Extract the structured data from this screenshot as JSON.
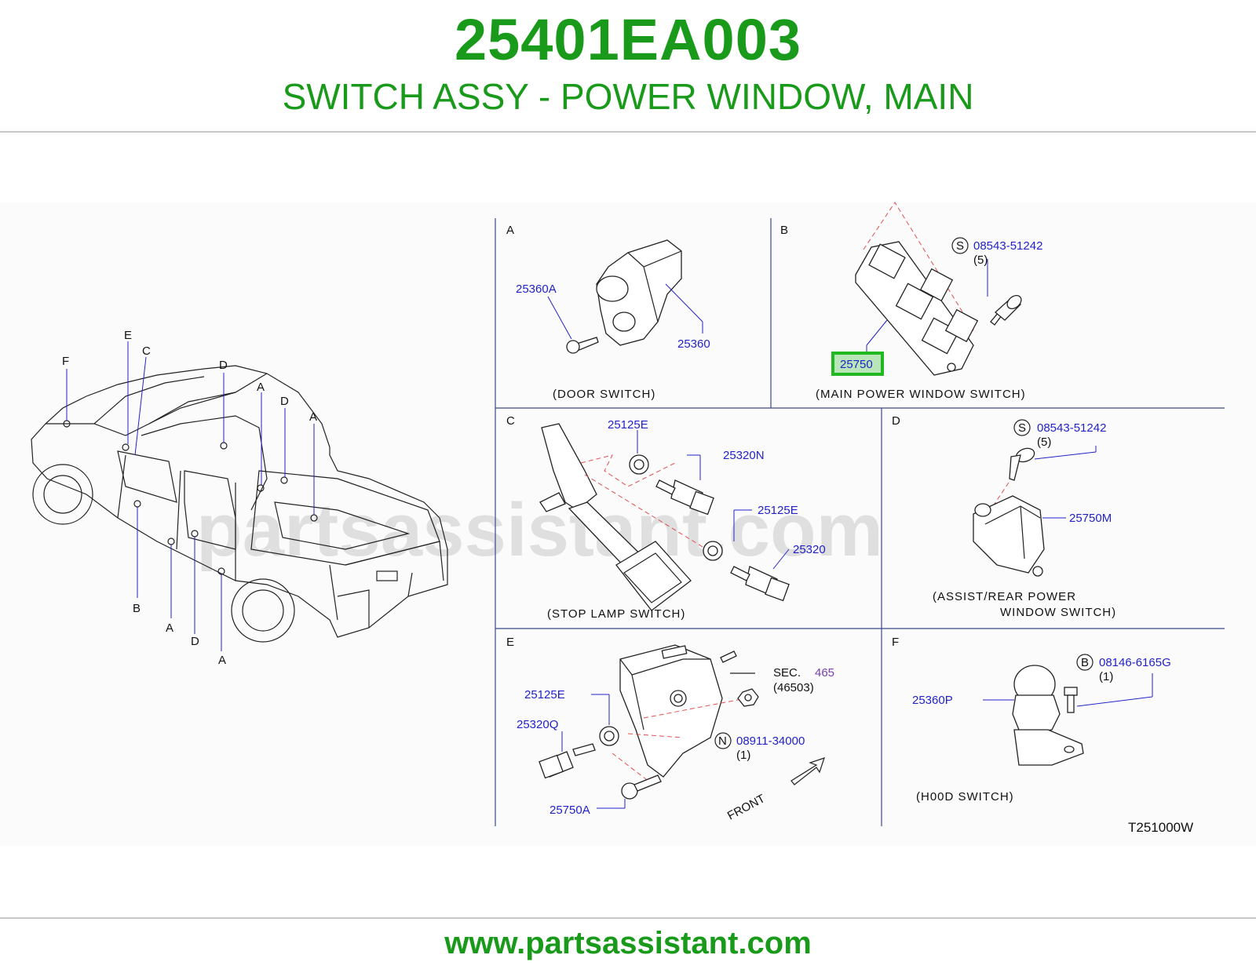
{
  "header": {
    "part_number": "25401EA003",
    "part_description": "SWITCH ASSY - POWER WINDOW, MAIN"
  },
  "footer": {
    "website": "www.partsassistant.com"
  },
  "diagram": {
    "watermark": "partsassistant.com",
    "drawing_code": "T251000W",
    "highlight_color": "#22b822",
    "vehicle_callouts": [
      "F",
      "E",
      "C",
      "D",
      "A",
      "D",
      "A",
      "B",
      "A",
      "D",
      "A"
    ],
    "panels": {
      "A": {
        "letter": "A",
        "caption": "(DOOR   SWITCH)",
        "parts": [
          "25360A",
          "25360"
        ]
      },
      "B": {
        "letter": "B",
        "caption": "(MAIN   POWER   WINDOW   SWITCH)",
        "parts": [
          "25750"
        ],
        "highlighted_part": "25750",
        "fastener": {
          "symbol": "S",
          "part": "08543-51242",
          "qty": "(5)"
        }
      },
      "C": {
        "letter": "C",
        "caption": "(STOP   LAMP   SWITCH)",
        "parts": [
          "25125E",
          "25320N",
          "25125E",
          "25320"
        ]
      },
      "D": {
        "letter": "D",
        "caption_line1": "(ASSIST/REAR   POWER",
        "caption_line2": "WINDOW   SWITCH)",
        "parts": [
          "25750M"
        ],
        "fastener": {
          "symbol": "S",
          "part": "08543-51242",
          "qty": "(5)"
        }
      },
      "E": {
        "letter": "E",
        "parts": [
          "25125E",
          "25320Q",
          "25750A"
        ],
        "sec_label": "SEC.",
        "sec_number": "465",
        "sec_sub": "(46503)",
        "fastener": {
          "symbol": "N",
          "part": "08911-34000",
          "qty": "(1)"
        },
        "front_label": "FRONT"
      },
      "F": {
        "letter": "F",
        "caption": "(H00D   SWITCH)",
        "parts": [
          "25360P"
        ],
        "fastener": {
          "symbol": "B",
          "part": "08146-6165G",
          "qty": "(1)"
        }
      }
    }
  }
}
